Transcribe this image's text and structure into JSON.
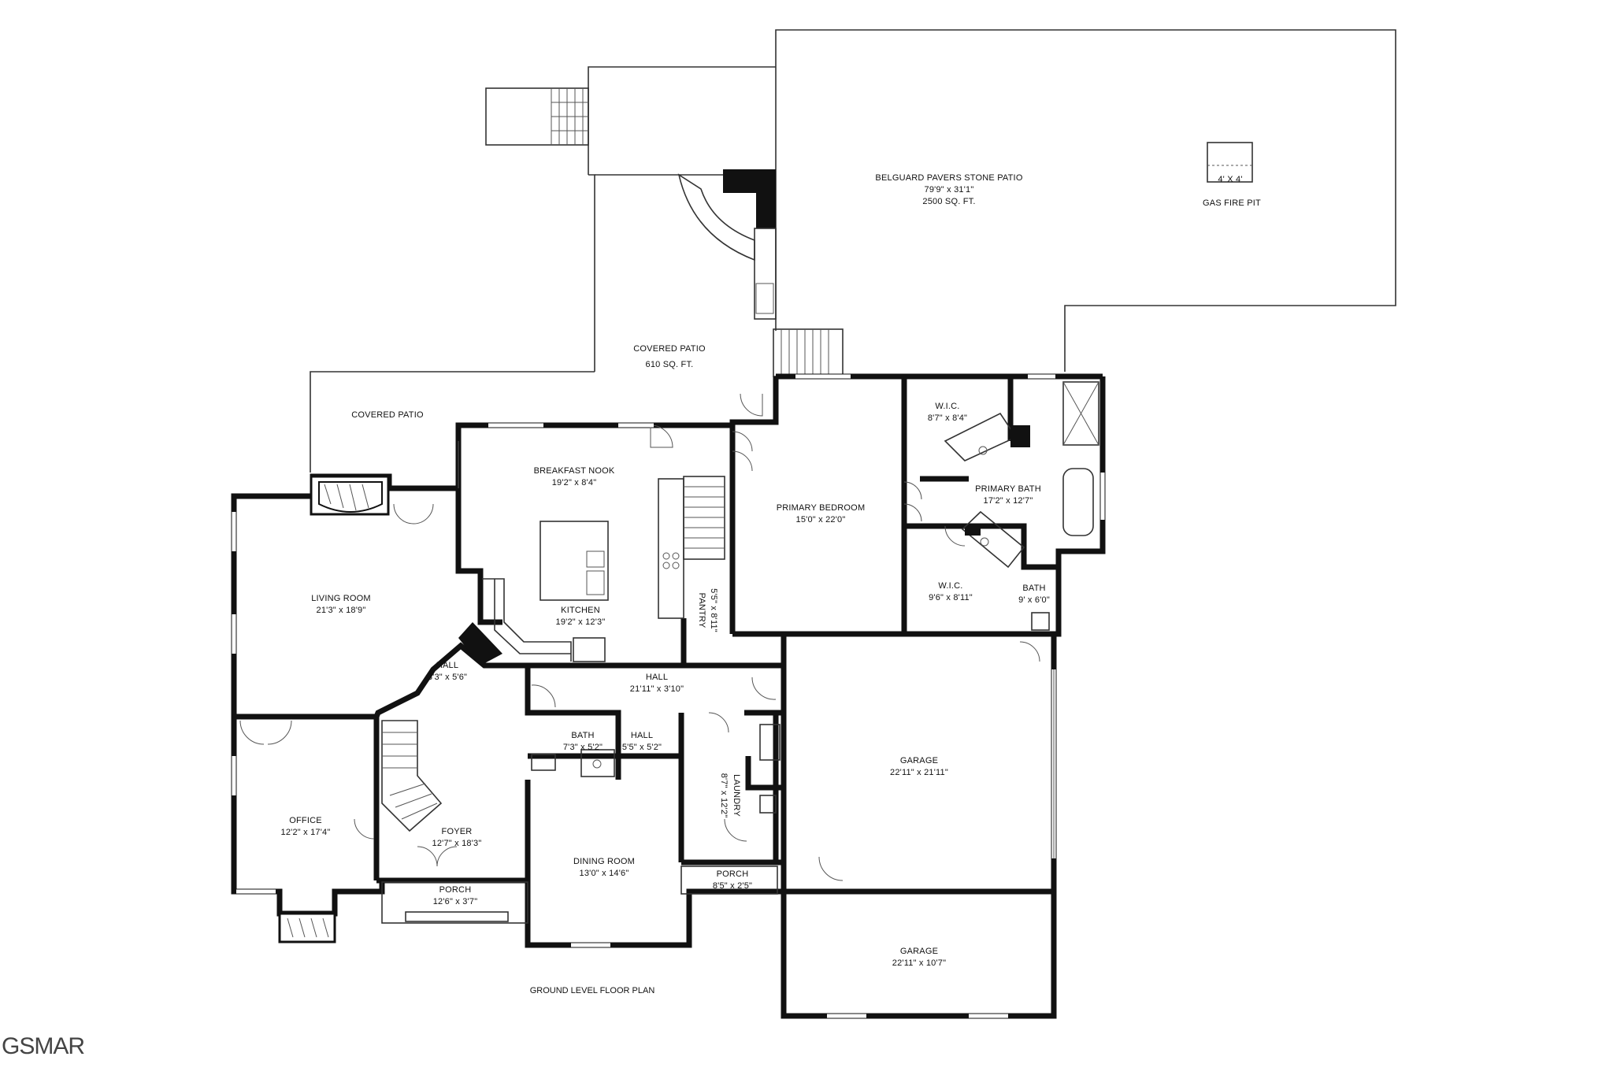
{
  "plan_title": "GROUND LEVEL FLOOR PLAN",
  "logo": "GSMAR",
  "rooms": [
    {
      "name": "BELGUARD PAVERS STONE PATIO",
      "dims": "79'9\" x 31'1\"",
      "extra": "2500 SQ. FT."
    },
    {
      "name": "GAS FIRE PIT",
      "dims": "",
      "extra": ""
    },
    {
      "name": "4' X 4'",
      "dims": "",
      "extra": ""
    },
    {
      "name": "COVERED PATIO",
      "dims": "610 SQ. FT.",
      "extra": ""
    },
    {
      "name": "COVERED PATIO",
      "dims": "",
      "extra": ""
    },
    {
      "name": "BREAKFAST NOOK",
      "dims": "19'2\" x 8'4\"",
      "extra": ""
    },
    {
      "name": "KITCHEN",
      "dims": "19'2\" x 12'3\"",
      "extra": ""
    },
    {
      "name": "PANTRY",
      "dims": "5'5\" x 8'11\"",
      "extra": ""
    },
    {
      "name": "LIVING ROOM",
      "dims": "21'3\" x 18'9\"",
      "extra": ""
    },
    {
      "name": "HALL",
      "dims": "3'3\" x 5'6\"",
      "extra": ""
    },
    {
      "name": "HALL",
      "dims": "21'11\" x 3'10\"",
      "extra": ""
    },
    {
      "name": "PRIMARY BEDROOM",
      "dims": "15'0\" x 22'0\"",
      "extra": ""
    },
    {
      "name": "W.I.C.",
      "dims": "8'7\" x 8'4\"",
      "extra": ""
    },
    {
      "name": "PRIMARY BATH",
      "dims": "17'2\" x 12'7\"",
      "extra": ""
    },
    {
      "name": "W.I.C.",
      "dims": "9'6\" x 8'11\"",
      "extra": ""
    },
    {
      "name": "BATH",
      "dims": "9' x 6'0\"",
      "extra": ""
    },
    {
      "name": "BATH",
      "dims": "7'3\" x 5'2\"",
      "extra": ""
    },
    {
      "name": "HALL",
      "dims": "5'5\" x 5'2\"",
      "extra": ""
    },
    {
      "name": "LAUNDRY",
      "dims": "8'7\" x 12'2\"",
      "extra": ""
    },
    {
      "name": "OFFICE",
      "dims": "12'2\" x 17'4\"",
      "extra": ""
    },
    {
      "name": "FOYER",
      "dims": "12'7\" x 18'3\"",
      "extra": ""
    },
    {
      "name": "DINING ROOM",
      "dims": "13'0\" x 14'6\"",
      "extra": ""
    },
    {
      "name": "PORCH",
      "dims": "12'6\" x 3'7\"",
      "extra": ""
    },
    {
      "name": "PORCH",
      "dims": "8'5\" x 2'5\"",
      "extra": ""
    },
    {
      "name": "GARAGE",
      "dims": "22'11\" x 21'11\"",
      "extra": ""
    },
    {
      "name": "GARAGE",
      "dims": "22'11\" x 10'7\"",
      "extra": ""
    }
  ]
}
